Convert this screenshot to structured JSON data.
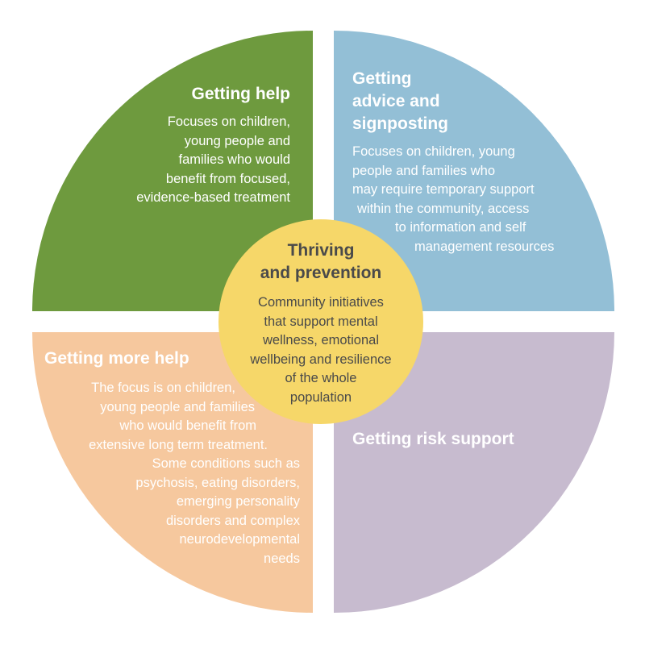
{
  "colors": {
    "getting_help": "#6e9a3e",
    "advice": "#93bfd6",
    "more_help": "#f6c89e",
    "risk": "#c7bbcf",
    "thriving": "#f6d769",
    "center_text": "#4a4a4a",
    "quadrant_text": "#ffffff"
  },
  "getting_help": {
    "title": "Getting help",
    "lines": [
      "Focuses on children,",
      "young people and",
      "families who would",
      "benefit from focused,",
      "evidence-based treatment"
    ]
  },
  "advice": {
    "title_lines": [
      "Getting",
      "advice and",
      "signposting"
    ],
    "lines": [
      "Focuses on children, young",
      "people and families who",
      "may require temporary support",
      "within the community, access",
      "to information and self",
      "management resources"
    ]
  },
  "more_help": {
    "title": "Getting more help",
    "lines": [
      "The focus is on children,",
      "young people and families",
      "who would benefit from",
      "extensive long term treatment.",
      "Some conditions such as",
      "psychosis, eating disorders,",
      "emerging personality",
      "disorders and complex",
      "neurodevelopmental",
      "needs"
    ]
  },
  "risk": {
    "title": "Getting risk support"
  },
  "thriving": {
    "title_lines": [
      "Thriving",
      "and prevention"
    ],
    "lines": [
      "Community initiatives",
      "that support mental",
      "wellness, emotional",
      "wellbeing and resilience",
      "of the whole",
      "population"
    ]
  }
}
